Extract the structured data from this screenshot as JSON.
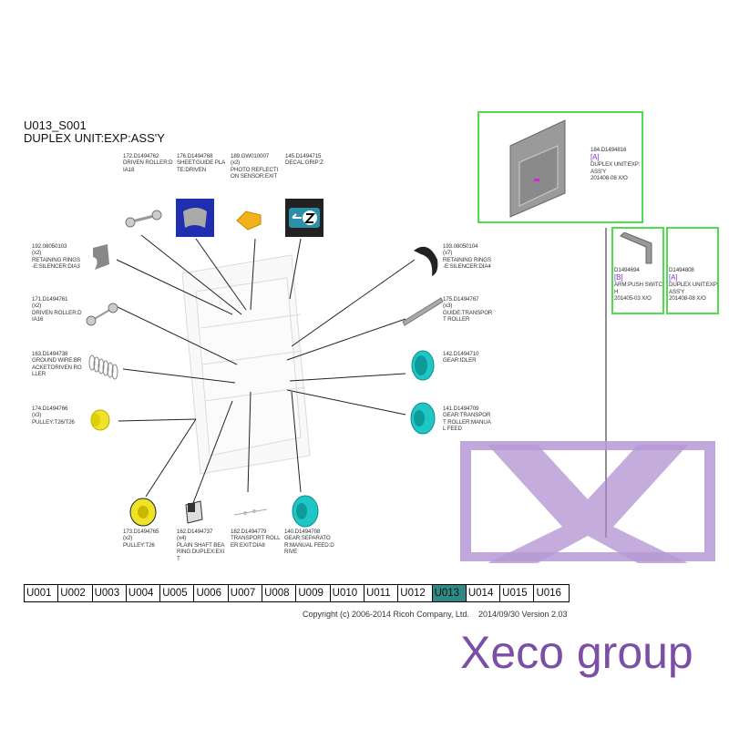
{
  "header": {
    "code": "U013_S001",
    "title": "DUPLEX UNIT:EXP:ASS'Y"
  },
  "parts": [
    {
      "id": "172",
      "lines": [
        "172.D1494762",
        "DRIVEN ROLLER:D",
        "IA18"
      ]
    },
    {
      "id": "176",
      "lines": [
        "176.D1494768",
        "SHEET:GUIDE PLA",
        "TE:DRIVEN"
      ]
    },
    {
      "id": "189",
      "lines": [
        "189.GW010007",
        "(x2)",
        "PHOTO REFLECTI",
        "ON SENSOR:EXIT"
      ]
    },
    {
      "id": "145",
      "lines": [
        "145.D1494715",
        "DECAL:GRIP:Z"
      ]
    },
    {
      "id": "192",
      "lines": [
        "192.08050103",
        "(x2)",
        "RETAINING RINGS",
        "-E:SILENCER:DIA3"
      ]
    },
    {
      "id": "171",
      "lines": [
        "171.D1494761",
        "(x2)",
        "DRIVEN ROLLER:D",
        "IA16"
      ]
    },
    {
      "id": "163",
      "lines": [
        "163.D1494738",
        "GROUND WIRE:BR",
        "ACKET:DRIVEN RO",
        "LLER"
      ]
    },
    {
      "id": "174",
      "lines": [
        "174.D1494766",
        "(x3)",
        "PULLEY:T26/T26"
      ]
    },
    {
      "id": "193",
      "lines": [
        "193.08050104",
        "(x7)",
        "RETAINING RINGS",
        "-E:SILENCER:DIA4"
      ]
    },
    {
      "id": "175",
      "lines": [
        "175.D1494767",
        "(x3)",
        "GUIDE:TRANSPOR",
        "T ROLLER"
      ]
    },
    {
      "id": "142",
      "lines": [
        "142.D1494710",
        "GEAR:IDLER"
      ]
    },
    {
      "id": "141",
      "lines": [
        "141.D1494709",
        "GEAR:TRANSPOR",
        "T ROLLER:MANUA",
        "L FEED"
      ]
    },
    {
      "id": "173",
      "lines": [
        "173.D1494765",
        "(x2)",
        "PULLEY:T26"
      ]
    },
    {
      "id": "162",
      "lines": [
        "162.D1494737",
        "(x4)",
        "PLAIN SHAFT BEA",
        "RING:DUPLEX:EXI",
        "T"
      ]
    },
    {
      "id": "182",
      "lines": [
        "182.D1494779",
        "TRANSPORT ROLL",
        "ER:EXIT:DIA8"
      ]
    },
    {
      "id": "140",
      "lines": [
        "140.D1494708",
        "GEAR:SEPARATO",
        "R:MANUAL FEED:D",
        "RIVE"
      ]
    }
  ],
  "assemblies": [
    {
      "number": "184.D1494816",
      "rev": "[A]",
      "name": "DUPLEX UNIT:EXP:",
      "name2": "ASS'Y",
      "date": "201408-08 X/O"
    },
    {
      "number": "D1494694",
      "rev": "[B]",
      "name": "ARM:PUSH SWITC",
      "name2": "H",
      "date": "201405-03 X/O"
    },
    {
      "number": "D1494808",
      "rev": "[A]",
      "name": "DUPLEX UNIT:EXP:",
      "name2": "ASS'Y",
      "date": "201408-08 X/O"
    }
  ],
  "nav": {
    "items": [
      "U001",
      "U002",
      "U003",
      "U004",
      "U005",
      "U006",
      "U007",
      "U008",
      "U009",
      "U010",
      "U011",
      "U012",
      "U013",
      "U014",
      "U015",
      "U016"
    ],
    "current": "U013"
  },
  "footer": {
    "copyright": "Copyright (c) 2006-2014 Ricoh Company, Ltd.",
    "version": "2014/09/30 Version 2.03"
  },
  "watermark": {
    "brand": "Xeco group"
  },
  "colors": {
    "accent": "#2f8a86",
    "box": "#4fdc4f",
    "rev": "#8a2be2",
    "watermark": "#7b4fa6"
  }
}
